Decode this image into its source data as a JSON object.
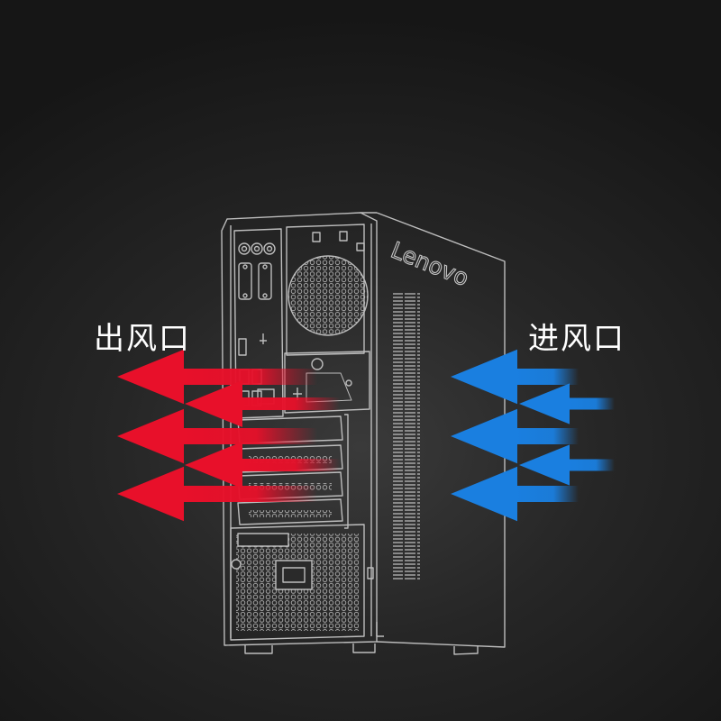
{
  "labels": {
    "exhaust": "出风口",
    "intake": "进风口"
  },
  "case": {
    "brand": "Lenovo"
  },
  "airflow": {
    "exhaust_color": "#e8102a",
    "intake_color": "#1a7fe0",
    "exhaust_arrow_count": 5,
    "intake_arrow_count": 5
  },
  "colors": {
    "line": "#bdbdbd",
    "background": "#262626"
  }
}
